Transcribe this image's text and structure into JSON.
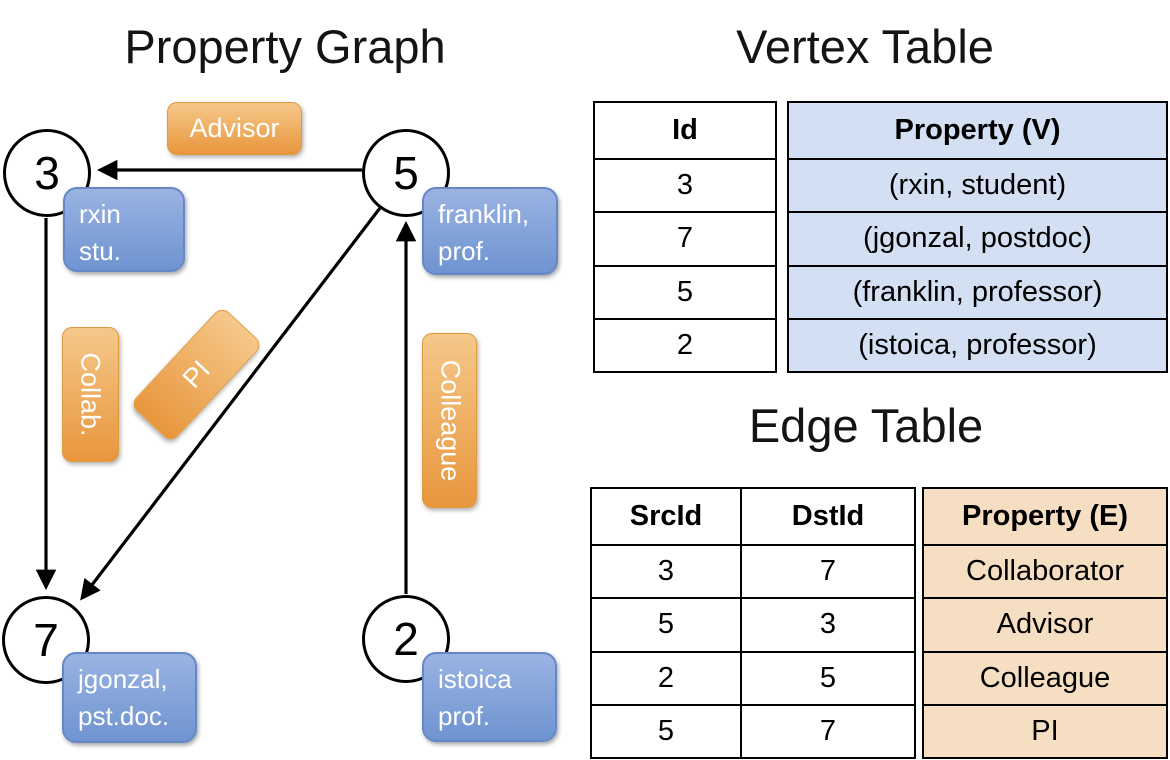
{
  "graph": {
    "title": "Property Graph",
    "nodes": {
      "n3": {
        "id": "3",
        "line1": "rxin",
        "line2": "stu."
      },
      "n5": {
        "id": "5",
        "line1": "franklin,",
        "line2": "prof."
      },
      "n7": {
        "id": "7",
        "line1": "jgonzal,",
        "line2": "pst.doc."
      },
      "n2": {
        "id": "2",
        "line1": "istoica",
        "line2": "prof."
      }
    },
    "edge_labels": {
      "advisor": "Advisor",
      "collab": "Collab.",
      "pi": "PI",
      "colleague": "Colleague"
    },
    "edges": [
      {
        "from": "5",
        "to": "3",
        "label": "Advisor"
      },
      {
        "from": "3",
        "to": "7",
        "label": "Collab."
      },
      {
        "from": "5",
        "to": "7",
        "label": "PI"
      },
      {
        "from": "2",
        "to": "5",
        "label": "Colleague"
      }
    ]
  },
  "vertex_table": {
    "title": "Vertex Table",
    "columns": {
      "id": "Id",
      "property": "Property (V)"
    },
    "rows": [
      {
        "id": "3",
        "property": "(rxin, student)"
      },
      {
        "id": "7",
        "property": "(jgonzal, postdoc)"
      },
      {
        "id": "5",
        "property": "(franklin, professor)"
      },
      {
        "id": "2",
        "property": "(istoica, professor)"
      }
    ]
  },
  "edge_table": {
    "title": "Edge Table",
    "columns": {
      "src": "SrcId",
      "dst": "DstId",
      "property": "Property (E)"
    },
    "rows": [
      {
        "src": "3",
        "dst": "7",
        "property": "Collaborator"
      },
      {
        "src": "5",
        "dst": "3",
        "property": "Advisor"
      },
      {
        "src": "2",
        "dst": "5",
        "property": "Colleague"
      },
      {
        "src": "5",
        "dst": "7",
        "property": "PI"
      }
    ]
  },
  "colors": {
    "edge_label_gradient_top": "#F5C88A",
    "edge_label_gradient_bottom": "#E8963C",
    "vertex_box_gradient_top": "#9AB3E2",
    "vertex_box_gradient_bottom": "#6F94D1",
    "vertex_table_fill": "#D3DFF2",
    "edge_table_fill": "#F5DEC1",
    "line_color": "#000000",
    "label_text": "#FFFFFF"
  }
}
